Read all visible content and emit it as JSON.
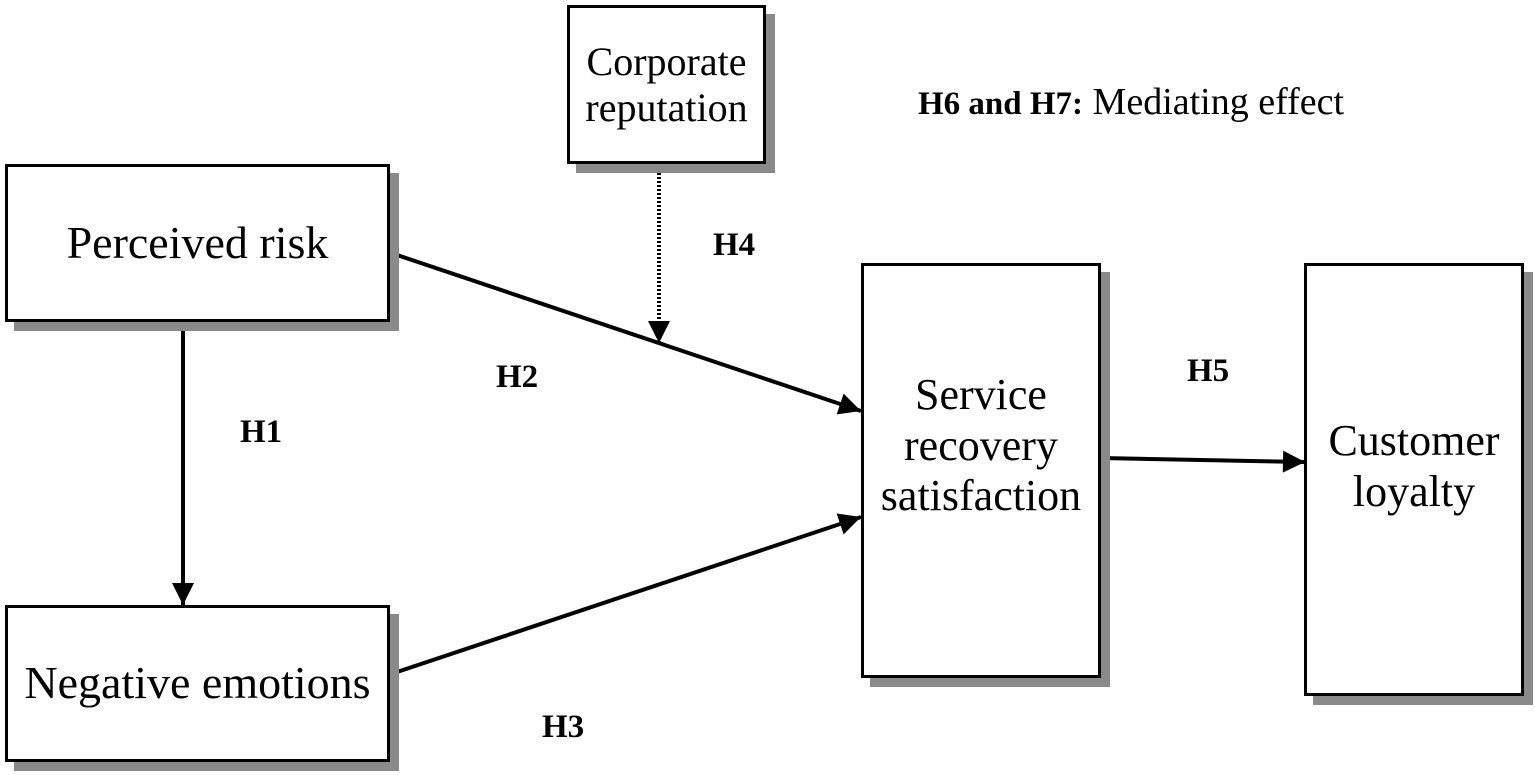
{
  "nodes": {
    "corporate_reputation": "Corporate\nreputation",
    "perceived_risk": "Perceived risk",
    "negative_emotions": "Negative emotions",
    "service_recovery_satisfaction": "Service\nrecovery\nsatisfaction",
    "customer_loyalty": "Customer\nloyalty"
  },
  "hypotheses": {
    "h1": "H1",
    "h2": "H2",
    "h3": "H3",
    "h4": "H4",
    "h5": "H5"
  },
  "note": {
    "label": "H6 and H7:",
    "text": " Mediating effect"
  },
  "colors": {
    "line": "#000000",
    "shadow": "#8a8a8a"
  }
}
